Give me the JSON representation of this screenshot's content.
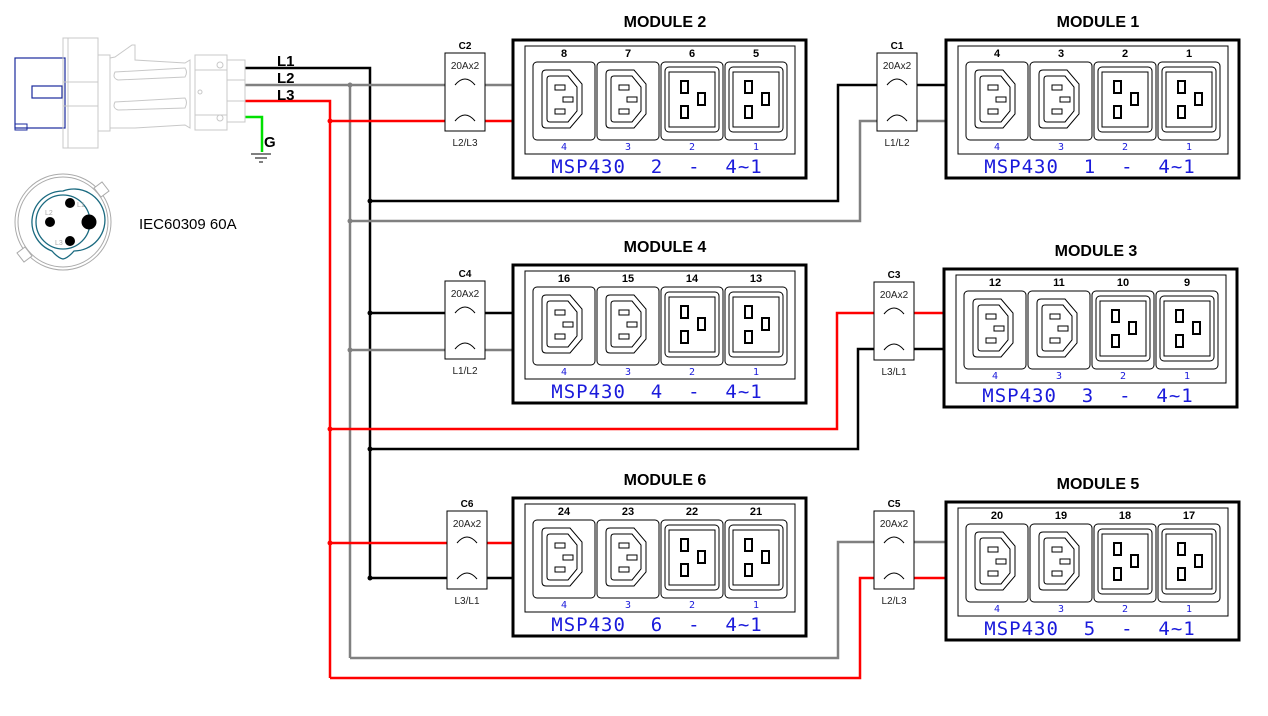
{
  "colors": {
    "L1": "#000000",
    "L2": "#808080",
    "L3": "#ff0000",
    "G": "#00e000",
    "model_text": "#1a1adb",
    "plug_outline": "#c8c8c8",
    "plug_body": "#1a2a9c",
    "socket_ring": "#1a6a80"
  },
  "inlet": {
    "wire_labels": [
      "L1",
      "L2",
      "L3",
      "G"
    ],
    "plug_label": "IEC60309 60A",
    "pin_labels": [
      "L1",
      "L2",
      "L3"
    ]
  },
  "modules": [
    {
      "title": "MODULE 2",
      "model": "MSP430 2 - 4~1",
      "breaker": {
        "name": "C2",
        "rating": "20Ax2",
        "phases": "L2/L3",
        "top_phase": "L2",
        "bottom_phase": "L3"
      },
      "outlets": [
        {
          "number": "8",
          "index": "4",
          "type": "C13"
        },
        {
          "number": "7",
          "index": "3",
          "type": "C13"
        },
        {
          "number": "6",
          "index": "2",
          "type": "C19"
        },
        {
          "number": "5",
          "index": "1",
          "type": "C19"
        }
      ]
    },
    {
      "title": "MODULE 1",
      "model": "MSP430 1 - 4~1",
      "breaker": {
        "name": "C1",
        "rating": "20Ax2",
        "phases": "L1/L2",
        "top_phase": "L1",
        "bottom_phase": "L2"
      },
      "outlets": [
        {
          "number": "4",
          "index": "4",
          "type": "C13"
        },
        {
          "number": "3",
          "index": "3",
          "type": "C13"
        },
        {
          "number": "2",
          "index": "2",
          "type": "C19"
        },
        {
          "number": "1",
          "index": "1",
          "type": "C19"
        }
      ]
    },
    {
      "title": "MODULE 4",
      "model": "MSP430 4 - 4~1",
      "breaker": {
        "name": "C4",
        "rating": "20Ax2",
        "phases": "L1/L2",
        "top_phase": "L1",
        "bottom_phase": "L2"
      },
      "outlets": [
        {
          "number": "16",
          "index": "4",
          "type": "C13"
        },
        {
          "number": "15",
          "index": "3",
          "type": "C13"
        },
        {
          "number": "14",
          "index": "2",
          "type": "C19"
        },
        {
          "number": "13",
          "index": "1",
          "type": "C19"
        }
      ]
    },
    {
      "title": "MODULE 3",
      "model": "MSP430 3 - 4~1",
      "breaker": {
        "name": "C3",
        "rating": "20Ax2",
        "phases": "L3/L1",
        "top_phase": "L3",
        "bottom_phase": "L1"
      },
      "outlets": [
        {
          "number": "12",
          "index": "4",
          "type": "C13"
        },
        {
          "number": "11",
          "index": "3",
          "type": "C13"
        },
        {
          "number": "10",
          "index": "2",
          "type": "C19"
        },
        {
          "number": "9",
          "index": "1",
          "type": "C19"
        }
      ]
    },
    {
      "title": "MODULE 6",
      "model": "MSP430 6 - 4~1",
      "breaker": {
        "name": "C6",
        "rating": "20Ax2",
        "phases": "L3/L1",
        "top_phase": "L3",
        "bottom_phase": "L1"
      },
      "outlets": [
        {
          "number": "24",
          "index": "4",
          "type": "C13"
        },
        {
          "number": "23",
          "index": "3",
          "type": "C13"
        },
        {
          "number": "22",
          "index": "2",
          "type": "C19"
        },
        {
          "number": "21",
          "index": "1",
          "type": "C19"
        }
      ]
    },
    {
      "title": "MODULE 5",
      "model": "MSP430 5 - 4~1",
      "breaker": {
        "name": "C5",
        "rating": "20Ax2",
        "phases": "L2/L3",
        "top_phase": "L2",
        "bottom_phase": "L3"
      },
      "outlets": [
        {
          "number": "20",
          "index": "4",
          "type": "C13"
        },
        {
          "number": "19",
          "index": "3",
          "type": "C13"
        },
        {
          "number": "18",
          "index": "2",
          "type": "C19"
        },
        {
          "number": "17",
          "index": "1",
          "type": "C19"
        }
      ]
    }
  ]
}
